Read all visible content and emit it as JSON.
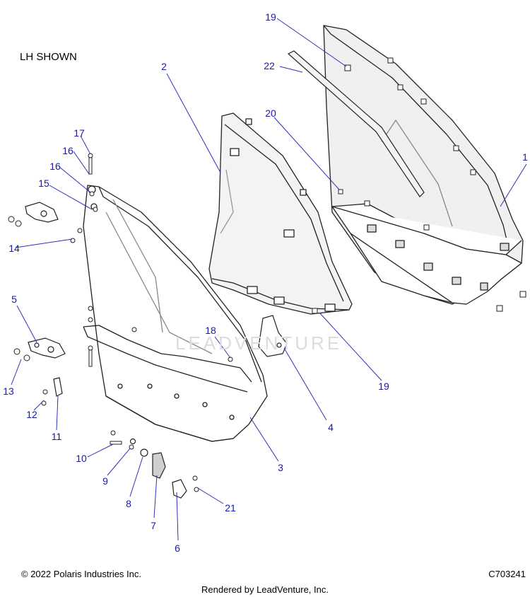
{
  "header": {
    "view_note": "LH SHOWN"
  },
  "footer": {
    "copyright": "© 2022 Polaris Industries Inc.",
    "drawing_number": "C703241",
    "rendered_by": "Rendered by LeadVenture, Inc."
  },
  "watermark": "LEADVENTURE",
  "callouts": [
    "1",
    "2",
    "3",
    "4",
    "5",
    "6",
    "7",
    "8",
    "9",
    "10",
    "11",
    "12",
    "13",
    "14",
    "15",
    "16",
    "16",
    "17",
    "18",
    "19",
    "19",
    "20",
    "21",
    "22"
  ],
  "colors": {
    "callout_text": "#1a1aa8",
    "leader_line": "#3030c0",
    "outline": "#222222",
    "glass": "#eeeeee"
  }
}
